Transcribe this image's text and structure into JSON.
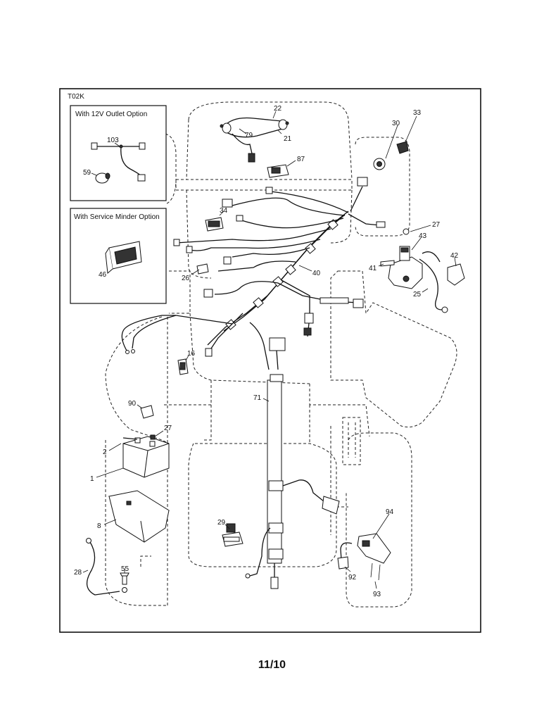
{
  "diagram_code": "T02K",
  "insets": {
    "outlet": {
      "title": "With 12V Outlet Option",
      "parts": [
        "103",
        "59"
      ]
    },
    "service_minder": {
      "title": "With Service Minder Option",
      "parts": [
        "46"
      ]
    }
  },
  "callouts": {
    "p22": "22",
    "p79": "79",
    "p21": "21",
    "p87": "87",
    "p30": "30",
    "p33": "33",
    "p27a": "27",
    "p43": "43",
    "p41": "41",
    "p42": "42",
    "p25": "25",
    "p34": "34",
    "p40": "40",
    "p26": "26",
    "p16": "16",
    "p71": "71",
    "p90": "90",
    "p27b": "27",
    "p2": "2",
    "p1": "1",
    "p8": "8",
    "p29": "29",
    "p28": "28",
    "p55": "55",
    "p94": "94",
    "p92": "92",
    "p93": "93",
    "p103": "103",
    "p59": "59",
    "p46": "46"
  },
  "page_number": "11/10"
}
